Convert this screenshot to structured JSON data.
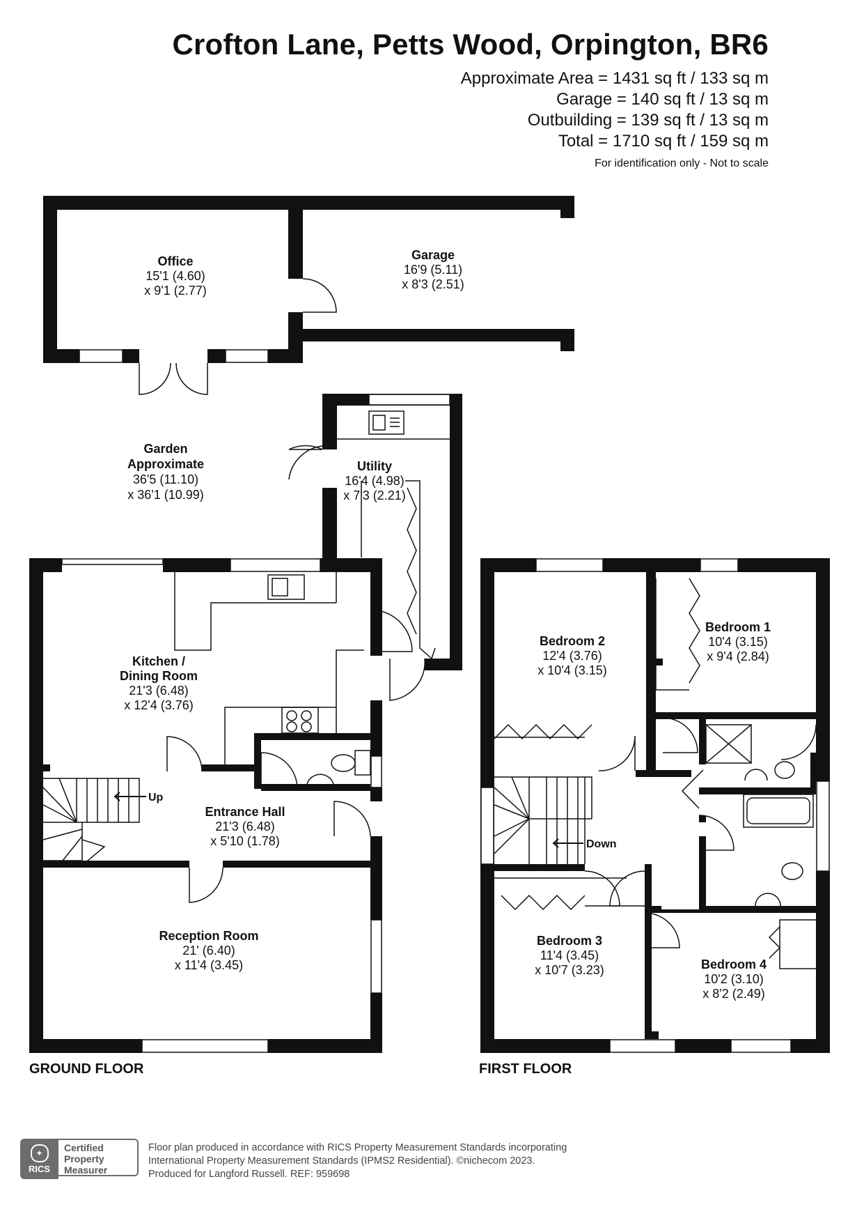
{
  "header": {
    "title": "Crofton Lane, Petts Wood, Orpington, BR6",
    "areas": [
      "Approximate Area = 1431 sq ft / 133 sq m",
      "Garage = 140 sq ft / 13 sq m",
      "Outbuilding = 139 sq ft / 13 sq m",
      "Total = 1710 sq ft / 159 sq m"
    ],
    "note": "For identification only - Not to scale"
  },
  "rooms": {
    "office": {
      "name": "Office",
      "dim1": "15'1 (4.60)",
      "dim2": "x 9'1 (2.77)"
    },
    "garage": {
      "name": "Garage",
      "dim1": "16'9 (5.11)",
      "dim2": "x 8'3 (2.51)"
    },
    "garden": {
      "name1": "Garden",
      "name2": "Approximate",
      "dim1": "36'5 (11.10)",
      "dim2": "x 36'1 (10.99)"
    },
    "utility": {
      "name": "Utility",
      "dim1": "16'4 (4.98)",
      "dim2": "x 7'3 (2.21)"
    },
    "kitchen": {
      "name1": "Kitchen /",
      "name2": "Dining Room",
      "dim1": "21'3 (6.48)",
      "dim2": "x 12'4 (3.76)"
    },
    "hall": {
      "name": "Entrance Hall",
      "dim1": "21'3 (6.48)",
      "dim2": "x 5'10 (1.78)"
    },
    "reception": {
      "name": "Reception Room",
      "dim1": "21' (6.40)",
      "dim2": "x 11'4 (3.45)"
    },
    "bedroom1": {
      "name": "Bedroom 1",
      "dim1": "10'4 (3.15)",
      "dim2": "x 9'4 (2.84)"
    },
    "bedroom2": {
      "name": "Bedroom 2",
      "dim1": "12'4 (3.76)",
      "dim2": "x 10'4 (3.15)"
    },
    "bedroom3": {
      "name": "Bedroom 3",
      "dim1": "11'4 (3.45)",
      "dim2": "x 10'7 (3.23)"
    },
    "bedroom4": {
      "name": "Bedroom 4",
      "dim1": "10'2 (3.10)",
      "dim2": "x 8'2 (2.49)"
    }
  },
  "stairs": {
    "up": "Up",
    "down": "Down"
  },
  "floors": {
    "ground": "GROUND FLOOR",
    "first": "FIRST FLOOR"
  },
  "footer": {
    "line1": "Floor plan produced in accordance with RICS Property Measurement Standards incorporating",
    "line2": "International Property Measurement Standards (IPMS2 Residential).   ©nichecom 2023.",
    "line3": "Produced for Langford Russell.   REF: 959698"
  },
  "badge": {
    "logo": "RICS",
    "line1": "Certified",
    "line2": "Property",
    "line3": "Measurer"
  }
}
